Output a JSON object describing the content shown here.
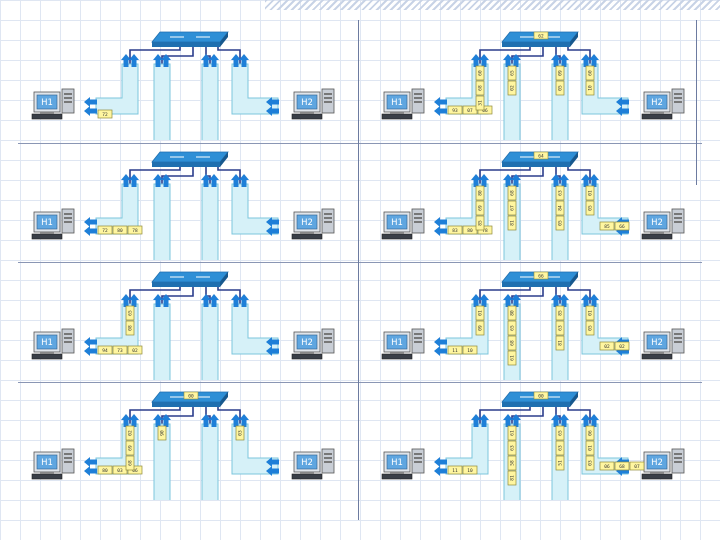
{
  "colors": {
    "switch": "#2e8fd6",
    "switch_dark": "#1f6fb0",
    "trunk": "#2b3d8c",
    "queue_fill": "#d6f1f8",
    "queue_stroke": "#7cc6dc",
    "packet_fill": "#fff6a0",
    "packet_stroke": "#8f8a3a",
    "arrow": "#1e7fd8"
  },
  "icons": [
    "switch-icon",
    "computer-icon",
    "arrow-up-icon",
    "arrow-left-icon"
  ],
  "panels": [
    {
      "id": "1",
      "host_left": "H1",
      "host_right": "H2",
      "switch_label": "",
      "q1_h": [],
      "q1_v": [],
      "q2": [],
      "q3": [],
      "q4_v": [],
      "q4_h": [],
      "inbound_left": [
        "72"
      ],
      "inbound_right": []
    },
    {
      "id": "2",
      "host_left": "H1",
      "host_right": "H2",
      "switch_label": "62",
      "q1_h": [
        "93",
        "07",
        "06"
      ],
      "q1_v": [
        "60",
        "68",
        "31"
      ],
      "q2": [
        "65",
        "02"
      ],
      "q3": [
        "09",
        "05"
      ],
      "q4_v": [
        "60",
        "10"
      ],
      "q4_h": [],
      "inbound_left": [],
      "inbound_right": []
    },
    {
      "id": "3",
      "host_left": "H1",
      "host_right": "H2",
      "switch_label": "",
      "q1_h": [
        "72",
        "80",
        "78"
      ],
      "q1_v": [],
      "q2": [],
      "q3": [],
      "q4_v": [],
      "q4_h": [],
      "inbound_left": [],
      "inbound_right": []
    },
    {
      "id": "4",
      "host_left": "H1",
      "host_right": "H2",
      "switch_label": "64",
      "q1_h": [
        "83",
        "80",
        "78"
      ],
      "q1_v": [
        "80",
        "69",
        "85"
      ],
      "q2": [
        "68",
        "67",
        "81"
      ],
      "q3": [
        "63",
        "84",
        "05"
      ],
      "q4_v": [
        "01",
        "05"
      ],
      "q4_h": [
        "85",
        "66"
      ],
      "inbound_left": [],
      "inbound_right": []
    },
    {
      "id": "5",
      "host_left": "H1",
      "host_right": "H2",
      "switch_label": "",
      "q1_h": [
        "94",
        "73",
        "02"
      ],
      "q1_v": [
        "65",
        "08"
      ],
      "q2": [],
      "q3": [],
      "q4_v": [],
      "q4_h": [],
      "inbound_left": [],
      "inbound_right": []
    },
    {
      "id": "6",
      "host_left": "H1",
      "host_right": "H2",
      "switch_label": "66",
      "q1_h": [
        "11",
        "10"
      ],
      "q1_v": [
        "01",
        "09"
      ],
      "q2": [
        "80",
        "65",
        "68",
        "61"
      ],
      "q3": [
        "85",
        "63",
        "81"
      ],
      "q4_v": [
        "01",
        "05"
      ],
      "q4_h": [
        "02",
        "02"
      ],
      "inbound_left": [],
      "inbound_right": []
    },
    {
      "id": "7",
      "host_left": "H1",
      "host_right": "H2",
      "switch_label": "00",
      "q1_h": [
        "80",
        "03",
        "06"
      ],
      "q1_v": [
        "02",
        "69",
        "68"
      ],
      "q2": [
        "90"
      ],
      "q3": [],
      "q4_v": [
        "03"
      ],
      "q4_h": [],
      "inbound_left": [],
      "inbound_right": []
    },
    {
      "id": "8",
      "host_left": "H1",
      "host_right": "H2",
      "switch_label": "00",
      "q1_h": [
        "11",
        "10"
      ],
      "q1_v": [],
      "q2": [
        "61",
        "63",
        "58",
        "81"
      ],
      "q3": [
        "65",
        "63",
        "51"
      ],
      "q4_v": [
        "06",
        "01",
        "03"
      ],
      "q4_h": [
        "06",
        "68",
        "07"
      ],
      "inbound_left": [],
      "inbound_right": []
    }
  ]
}
